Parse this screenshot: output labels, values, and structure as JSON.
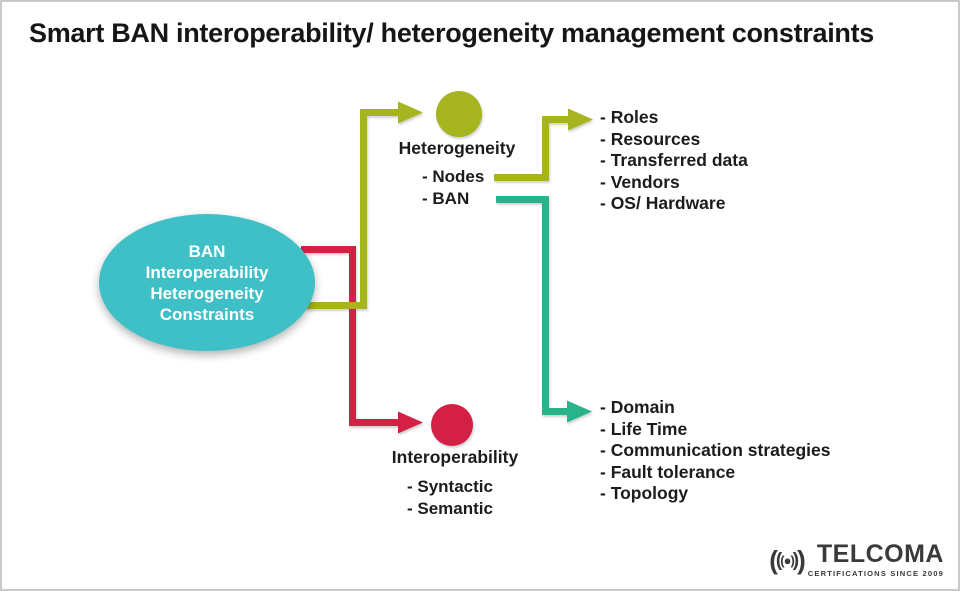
{
  "title": "Smart BAN interoperability/ heterogeneity management constraints",
  "colors": {
    "ellipse_teal": "#3EC0C6",
    "olive": "#A6B41F",
    "crimson": "#D42045",
    "green": "#29B38A",
    "text_black": "#1c1c1c",
    "logo_gray": "#3a3a3a"
  },
  "root_node": {
    "lines": [
      "BAN",
      "Interoperability",
      "Heterogeneity",
      "Constraints"
    ]
  },
  "heterogeneity": {
    "label": "Heterogeneity",
    "items": [
      "- Nodes",
      "- BAN"
    ],
    "details": [
      "- Roles",
      "- Resources",
      "- Transferred data",
      "- Vendors",
      "- OS/ Hardware"
    ]
  },
  "interoperability": {
    "label": "Interoperability",
    "items": [
      "- Syntactic",
      "- Semantic"
    ],
    "details": [
      "- Domain",
      "- Life Time",
      "- Communication strategies",
      "- Fault tolerance",
      "- Topology"
    ]
  },
  "logo": {
    "name": "TELCOMA",
    "tagline": "CERTIFICATIONS SINCE 2009",
    "icon": "signal-waves-icon"
  }
}
